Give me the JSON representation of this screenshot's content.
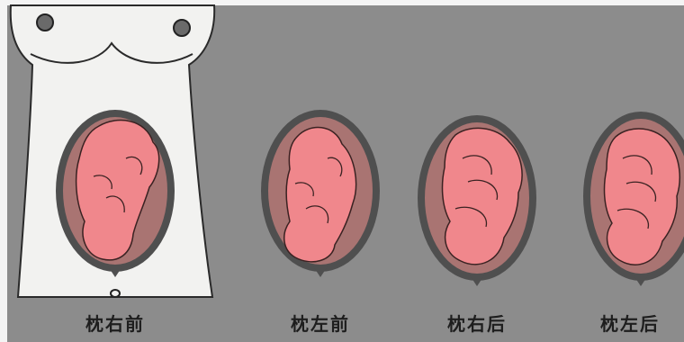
{
  "labels": [
    "枕右前",
    "枕左前",
    "枕右后",
    "枕左后"
  ],
  "colors": {
    "background": "#8c8c8c",
    "body_silhouette": "#f2f2f0",
    "uterus_wall": "#4f4f4f",
    "uterus_cavity": "#a97472",
    "fetus": "#f0878c"
  }
}
